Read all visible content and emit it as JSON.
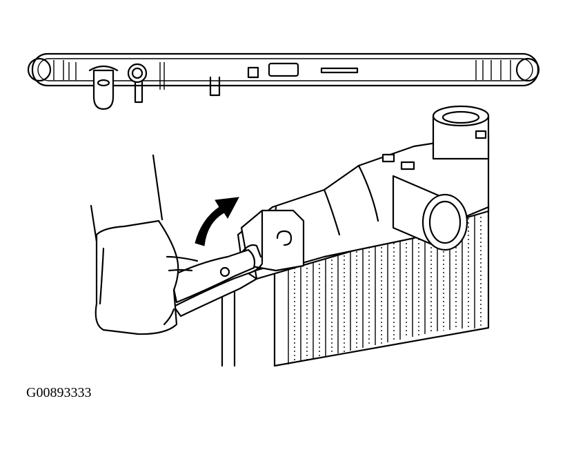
{
  "figure": {
    "reference_code": "G00893333",
    "colors": {
      "line": "#000000",
      "background": "#ffffff"
    },
    "components": [
      "radiator-tank-top-view",
      "hand",
      "pliers",
      "radiator-core",
      "radiator-tank-side-view",
      "rotation-arrow"
    ]
  }
}
